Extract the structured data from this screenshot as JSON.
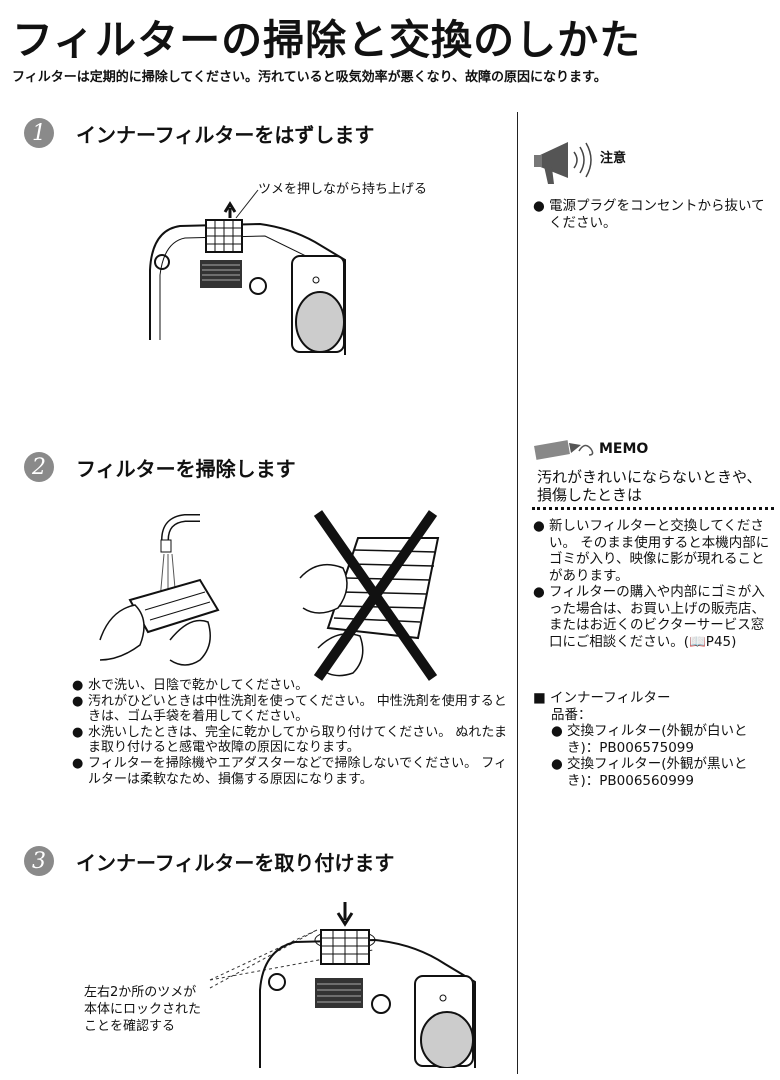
{
  "title": "フィルターの掃除と交換のしかた",
  "intro": "フィルターは定期的に掃除してください。汚れていると吸気効率が悪くなり、故障の原因になります。",
  "steps": [
    {
      "num": "1",
      "text": "インナーフィルターをはずします",
      "callout": "ツメを押しながら持ち上げる"
    },
    {
      "num": "2",
      "text": "フィルターを掃除します"
    },
    {
      "num": "3",
      "text": "インナーフィルターを取り付けます",
      "callout_lines": [
        "左右2か所のツメが",
        "本体にロックされた",
        "ことを確認する"
      ]
    }
  ],
  "step2_bullets": [
    "水で洗い、日陰で乾かしてください。",
    "汚れがひどいときは中性洗剤を使ってください。 中性洗剤を使用するときは、ゴム手袋を着用してください。",
    "水洗いしたときは、完全に乾かしてから取り付けてください。 ぬれたまま取り付けると感電や故障の原因になります。",
    "フィルターを掃除機やエアダスターなどで掃除しないでください。 フィルターは柔軟なため、損傷する原因になります。"
  ],
  "caution": {
    "label": "注意",
    "icon": "megaphone-icon",
    "items": [
      "電源プラグをコンセントから抜いてください。"
    ]
  },
  "memo": {
    "label": "MEMO",
    "icon": "pencil-note-icon",
    "heading": "汚れがきれいにならないときや、損傷したときは",
    "items": [
      "新しいフィルターと交換してください。 そのまま使用すると本機内部にゴミが入り、映像に影が現れることがあります。",
      "フィルターの購入や内部にゴミが入った場合は、お買い上げの販売店、またはお近くのビクターサービス窓口にご相談ください。(📖P45)"
    ]
  },
  "parts": {
    "heading": "■ インナーフィルター",
    "sub": "品番：",
    "items": [
      "交換フィルター(外観が白いとき)：PB006575099",
      "交換フィルター(外観が黒いとき)：PB006560999"
    ]
  }
}
